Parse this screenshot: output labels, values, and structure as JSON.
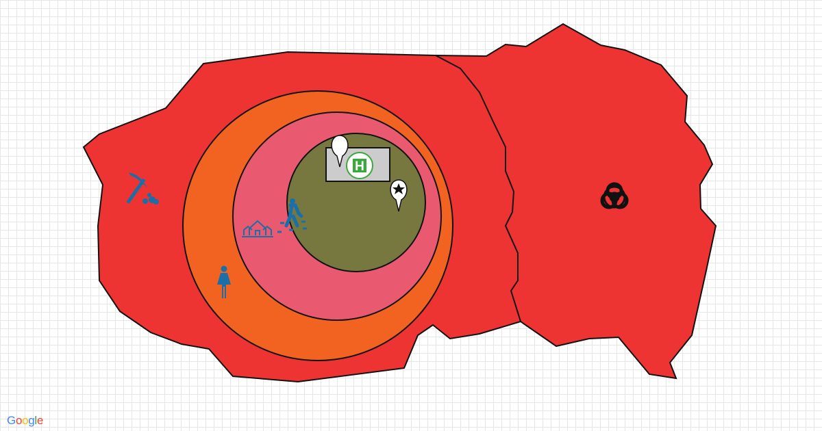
{
  "map": {
    "zones": [
      {
        "name": "outer-zone-left",
        "color": "#ee3333"
      },
      {
        "name": "outer-zone-right",
        "color": "#ee3333"
      },
      {
        "name": "orange-ring",
        "color": "#f26322"
      },
      {
        "name": "pink-ring",
        "color": "#e95a70"
      },
      {
        "name": "inner-zone",
        "color": "#76783f"
      }
    ],
    "markers": [
      "mining-icon",
      "house-icon",
      "walking-person-icon",
      "woman-icon",
      "hospital-icon",
      "map-pin-icon",
      "star-pin-icon",
      "biohazard-icon"
    ],
    "hospital_letter": "H",
    "hospital_color": "#3aa83a",
    "icon_color": "#1b6fa8"
  },
  "attribution": {
    "logo": [
      "G",
      "o",
      "o",
      "g",
      "l",
      "e"
    ],
    "logo_colors": [
      "#4285f4",
      "#ea4335",
      "#fbbc05",
      "#4285f4",
      "#34a853",
      "#ea4335"
    ]
  }
}
